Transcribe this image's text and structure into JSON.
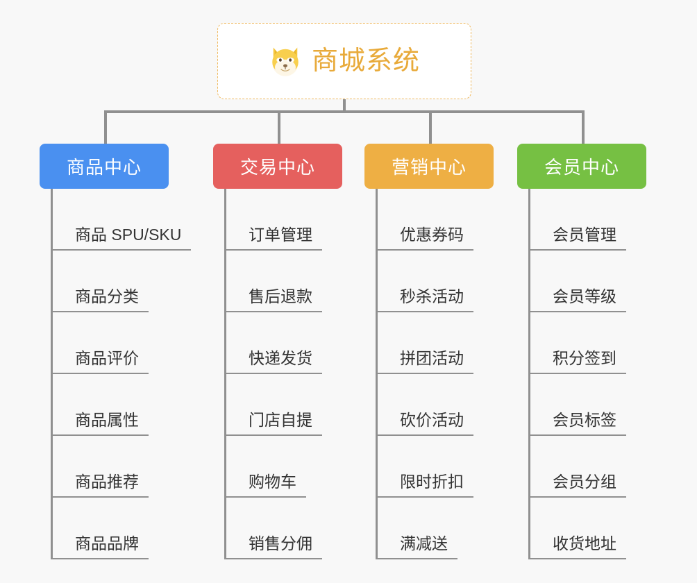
{
  "page": {
    "background_color": "#f8f8f8",
    "line_color": "#909090"
  },
  "root": {
    "title": "商城系统",
    "icon": "shiba-dog-face-icon",
    "title_color": "#e8aa3a",
    "border_color": "#efb95f"
  },
  "columns": [
    {
      "title": "商品中心",
      "color": "#4a90f0",
      "items": [
        {
          "label": "商品 SPU/SKU"
        },
        {
          "label": "商品分类"
        },
        {
          "label": "商品评价"
        },
        {
          "label": "商品属性"
        },
        {
          "label": "商品推荐"
        },
        {
          "label": "商品品牌"
        }
      ]
    },
    {
      "title": "交易中心",
      "color": "#e5605e",
      "items": [
        {
          "label": "订单管理"
        },
        {
          "label": "售后退款"
        },
        {
          "label": "快递发货"
        },
        {
          "label": "门店自提"
        },
        {
          "label": "购物车"
        },
        {
          "label": "销售分佣"
        }
      ]
    },
    {
      "title": "营销中心",
      "color": "#eeaf44",
      "items": [
        {
          "label": "优惠券码"
        },
        {
          "label": "秒杀活动"
        },
        {
          "label": "拼团活动"
        },
        {
          "label": "砍价活动"
        },
        {
          "label": "限时折扣"
        },
        {
          "label": "满减送"
        }
      ]
    },
    {
      "title": "会员中心",
      "color": "#76c043",
      "items": [
        {
          "label": "会员管理"
        },
        {
          "label": "会员等级"
        },
        {
          "label": "积分签到"
        },
        {
          "label": "会员标签"
        },
        {
          "label": "会员分组"
        },
        {
          "label": "收货地址"
        }
      ]
    }
  ]
}
